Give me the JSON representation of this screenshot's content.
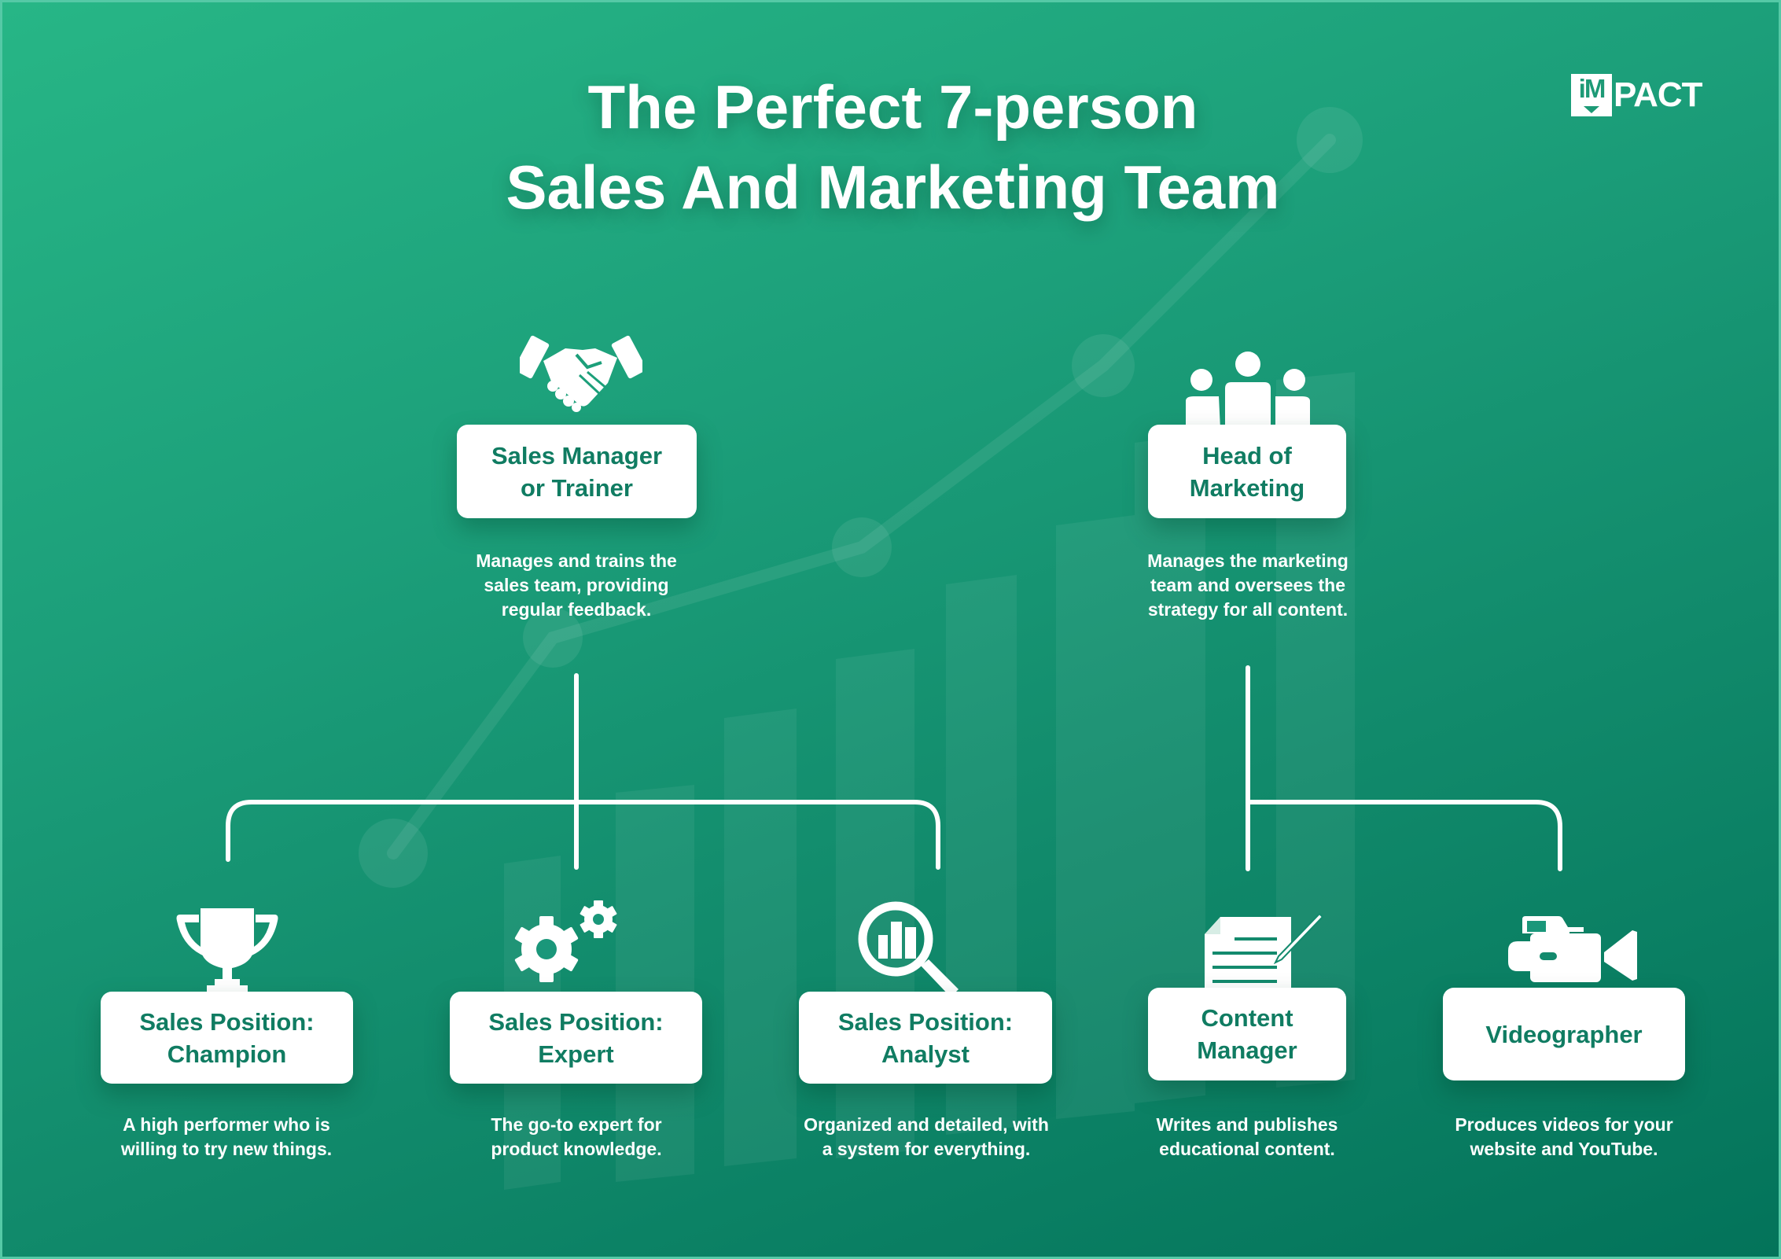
{
  "title": {
    "line1": "The Perfect 7-person",
    "line2": "Sales And Marketing Team"
  },
  "logo": {
    "box_text": "iM",
    "text": "PACT"
  },
  "colors": {
    "bg_top": "#27b686",
    "bg_bottom": "#03735a",
    "card_text": "#107c62",
    "card_bg": "#ffffff",
    "line": "#ffffff"
  },
  "roles": {
    "sales_manager": {
      "icon": "handshake-icon",
      "title_line1": "Sales Manager",
      "title_line2": "or Trainer",
      "desc_line1": "Manages and trains the",
      "desc_line2": "sales team, providing",
      "desc_line3": "regular feedback."
    },
    "head_marketing": {
      "icon": "team-icon",
      "title_line1": "Head of",
      "title_line2": "Marketing",
      "desc_line1": "Manages the marketing",
      "desc_line2": "team and oversees the",
      "desc_line3": "strategy for all content."
    },
    "champion": {
      "icon": "trophy-icon",
      "title_line1": "Sales Position:",
      "title_line2": "Champion",
      "desc_line1": "A high performer who is",
      "desc_line2": "willing to try new things."
    },
    "expert": {
      "icon": "gears-icon",
      "title_line1": "Sales Position:",
      "title_line2": "Expert",
      "desc_line1": "The go-to expert for",
      "desc_line2": "product knowledge."
    },
    "analyst": {
      "icon": "magnifier-chart-icon",
      "title_line1": "Sales Position:",
      "title_line2": "Analyst",
      "desc_line1": "Organized and detailed, with",
      "desc_line2": "a system for everything."
    },
    "content_manager": {
      "icon": "document-pen-icon",
      "title_line1": "Content",
      "title_line2": "Manager",
      "desc_line1": "Writes and publishes",
      "desc_line2": "educational content."
    },
    "videographer": {
      "icon": "video-camera-icon",
      "title_line1": "Videographer",
      "desc_line1": "Produces videos for your",
      "desc_line2": "website and YouTube."
    }
  }
}
